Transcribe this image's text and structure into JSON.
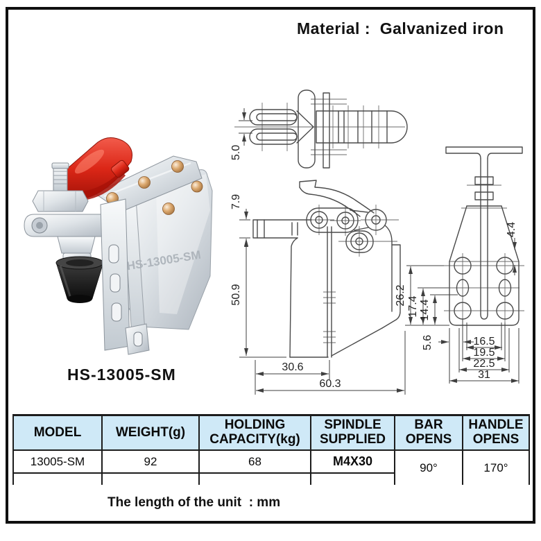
{
  "header": {
    "material_label": "Material :  Galvanized iron"
  },
  "product": {
    "model_label": "HS-13005-SM",
    "engraved_text": "HS-13005-SM"
  },
  "drawings": {
    "top_view": {
      "dim_fork_gap": "5.0"
    },
    "side_view": {
      "dim_bar_thickness": "7.9",
      "dim_body_height": "50.9",
      "dim_base_depth": "30.6",
      "dim_overall_depth": "60.3"
    },
    "rear_view": {
      "dim_hole_top_offset": "4.4",
      "dim_height_outer": "26.2",
      "dim_height_mid": "17.4",
      "dim_height_inner": "14.4",
      "dim_side_offset": "5.6",
      "dim_width_1": "16.5",
      "dim_width_2": "19.5",
      "dim_width_3": "22.5",
      "dim_width_overall": "31"
    }
  },
  "spec_table": {
    "headers": [
      "MODEL",
      "WEIGHT(g)",
      "HOLDING\nCAPACITY(kg)",
      "SPINDLE\nSUPPLIED",
      "BAR\nOPENS",
      "HANDLE\nOPENS"
    ],
    "row": {
      "model": "13005-SM",
      "weight_g": "92",
      "holding_capacity_kg": "68",
      "spindle_supplied": "M4X30",
      "bar_opens": "90°",
      "handle_opens": "170°"
    }
  },
  "footer": {
    "unit_note": "The length of the unit  : mm"
  },
  "colors": {
    "table_header_bg": "#cfe9f7",
    "frame_border": "#101010",
    "handle_red": "#dc2717",
    "drawing_stroke": "#4a4a4a"
  }
}
